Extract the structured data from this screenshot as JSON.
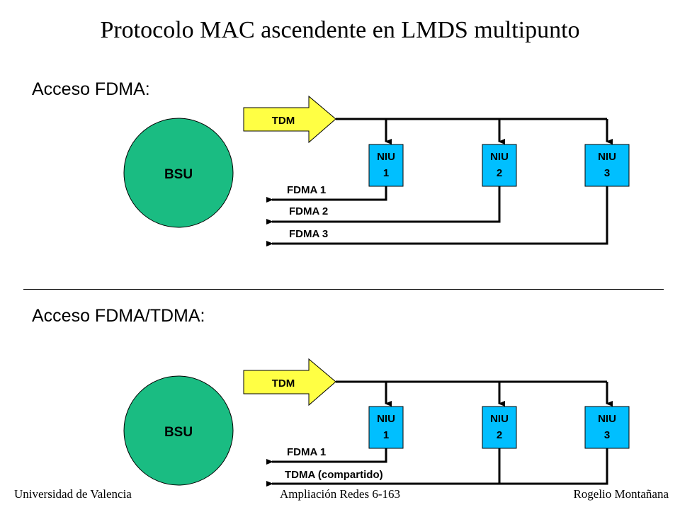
{
  "title": "Protocolo MAC ascendente en LMDS multipunto",
  "colors": {
    "bsu_fill": "#1ABC82",
    "niu_fill": "#00BFFF",
    "tdm_fill": "#FFFF44",
    "line": "#000000"
  },
  "diagrams": [
    {
      "section_label": "Acceso FDMA:",
      "bsu_label": "BSU",
      "tdm_label": "TDM",
      "nius": [
        {
          "line1": "NIU",
          "line2": "1"
        },
        {
          "line1": "NIU",
          "line2": "2"
        },
        {
          "line1": "NIU",
          "line2": "3"
        }
      ],
      "upstream": [
        "FDMA 1",
        "FDMA 2",
        "FDMA 3"
      ]
    },
    {
      "section_label": "Acceso FDMA/TDMA:",
      "bsu_label": "BSU",
      "tdm_label": "TDM",
      "nius": [
        {
          "line1": "NIU",
          "line2": "1"
        },
        {
          "line1": "NIU",
          "line2": "2"
        },
        {
          "line1": "NIU",
          "line2": "3"
        }
      ],
      "upstream": [
        "FDMA 1",
        "TDMA (compartido)"
      ]
    }
  ],
  "footer": {
    "left": "Universidad de Valencia",
    "center": "Ampliación Redes 6-163",
    "right": "Rogelio Montañana"
  }
}
